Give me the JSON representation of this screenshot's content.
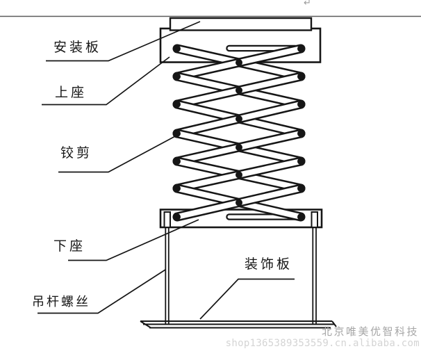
{
  "diagram": {
    "labels": {
      "mounting_plate": "安装板",
      "upper_seat": "上座",
      "scissor": "铰剪",
      "lower_seat": "下座",
      "hanger_rod_screw": "吊杆螺丝",
      "decorative_plate": "装饰板"
    },
    "paragraph_mark": "↵",
    "watermark": {
      "company": "北京唯美优智科技",
      "url": "shop1365389353559.cn.alibaba.com"
    },
    "colors": {
      "line": "#161616",
      "ceiling_rule": "#5a5a5a",
      "watermark_company": "#a6a6a6",
      "watermark_url": "#d4d4d4"
    }
  }
}
